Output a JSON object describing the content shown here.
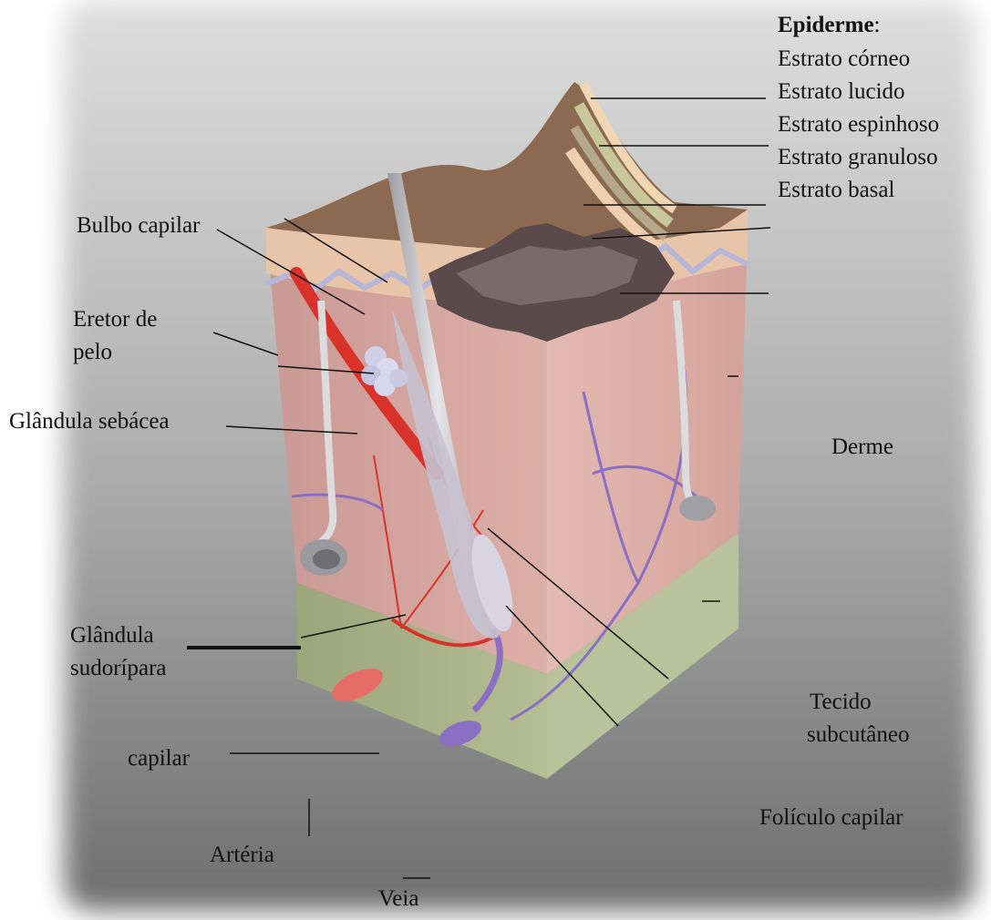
{
  "labels": {
    "epiderme_title": "Epiderme",
    "epiderme_colon": ":",
    "estrato_corneo": "Estrato córneo",
    "estrato_lucido": "Estrato lucido",
    "estrato_espinhoso": "Estrato espinhoso",
    "estrato_granuloso": "Estrato granuloso",
    "estrato_basal": "Estrato basal",
    "bulbo_capilar": "Bulbo capilar",
    "eretor_de_pelo_1": "Eretor de",
    "eretor_de_pelo_2": "pelo",
    "glandula_sebacea": "Glândula sebácea",
    "derme": "Derme",
    "glandula_sudoripara_1": "Glândula",
    "glandula_sudoripara_2": "sudorípara",
    "tecido_subcutaneo_1": "Tecido",
    "tecido_subcutaneo_2": "subcutâneo",
    "capilar": "capilar",
    "foliculo_capilar": "Folículo capilar",
    "arteria": "Artéria",
    "veia": "Veia"
  },
  "colors": {
    "dermis": "#d9a8a0",
    "subcutaneous": "#aab38a",
    "epidermis_surface": "#8a6a55",
    "artery": "#d8322b",
    "vein": "#8a6fc4",
    "hair": "#b8b8bc",
    "background_top": "#d4d4d4",
    "background_bottom": "#7a7a7a"
  }
}
